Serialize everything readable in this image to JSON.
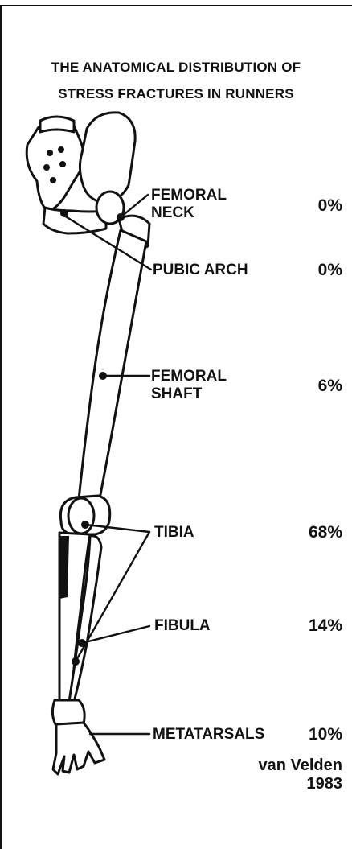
{
  "title_line1": "THE ANATOMICAL DISTRIBUTION OF",
  "title_line2": "STRESS FRACTURES IN RUNNERS",
  "sites": [
    {
      "label_line1": "FEMORAL",
      "label_line2": "NECK",
      "percent": "0%"
    },
    {
      "label_line1": "PUBIC ARCH",
      "label_line2": "",
      "percent": "0%"
    },
    {
      "label_line1": "FEMORAL",
      "label_line2": "SHAFT",
      "percent": "6%"
    },
    {
      "label_line1": "TIBIA",
      "label_line2": "",
      "percent": "68%"
    },
    {
      "label_line1": "FIBULA",
      "label_line2": "",
      "percent": "14%"
    },
    {
      "label_line1": "METATARSALS",
      "label_line2": "",
      "percent": "10%"
    }
  ],
  "credit_line1": "van Velden",
  "credit_line2": "1983",
  "colors": {
    "ink": "#111111",
    "bone": "#ffffff"
  }
}
